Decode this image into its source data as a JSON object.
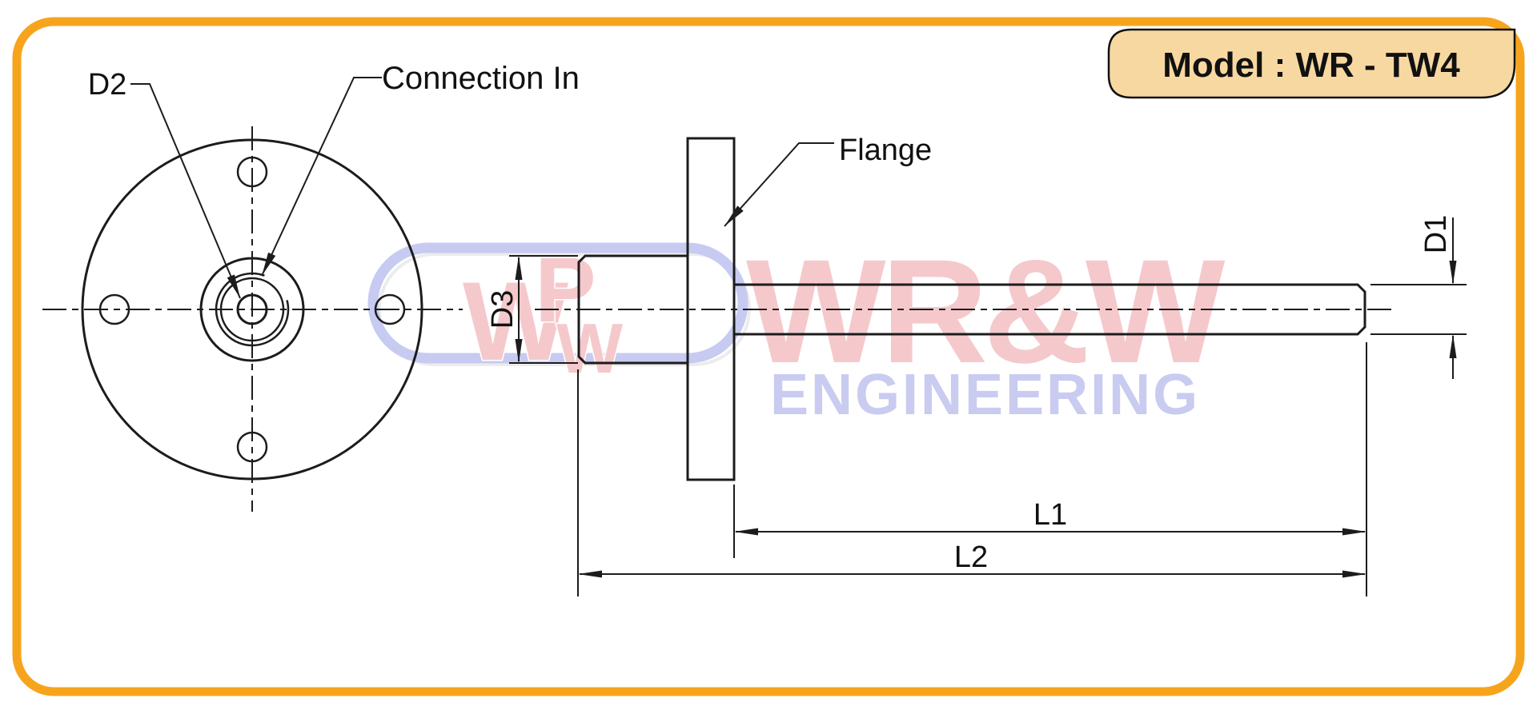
{
  "page": {
    "background": "#ffffff",
    "border_color": "#F7A41D",
    "line_color": "#1c1c1c"
  },
  "model_badge": {
    "label": "Model : WR - TW4",
    "fill": "#F8D8A1",
    "outline": "#111111"
  },
  "front_view": {
    "labels": {
      "d2": "D2",
      "connection_in": "Connection In"
    }
  },
  "side_view": {
    "labels": {
      "flange": "Flange",
      "d3": "D3",
      "d1": "D1",
      "l1": "L1",
      "l2": "L2"
    }
  },
  "watermark": {
    "monogram": {
      "w1": "W",
      "p": "P",
      "w2": "W"
    },
    "wordmark": "WR&W",
    "subtitle": "ENGINEERING",
    "pink": "#f5c9cc",
    "blue": "#c9cbf0"
  }
}
